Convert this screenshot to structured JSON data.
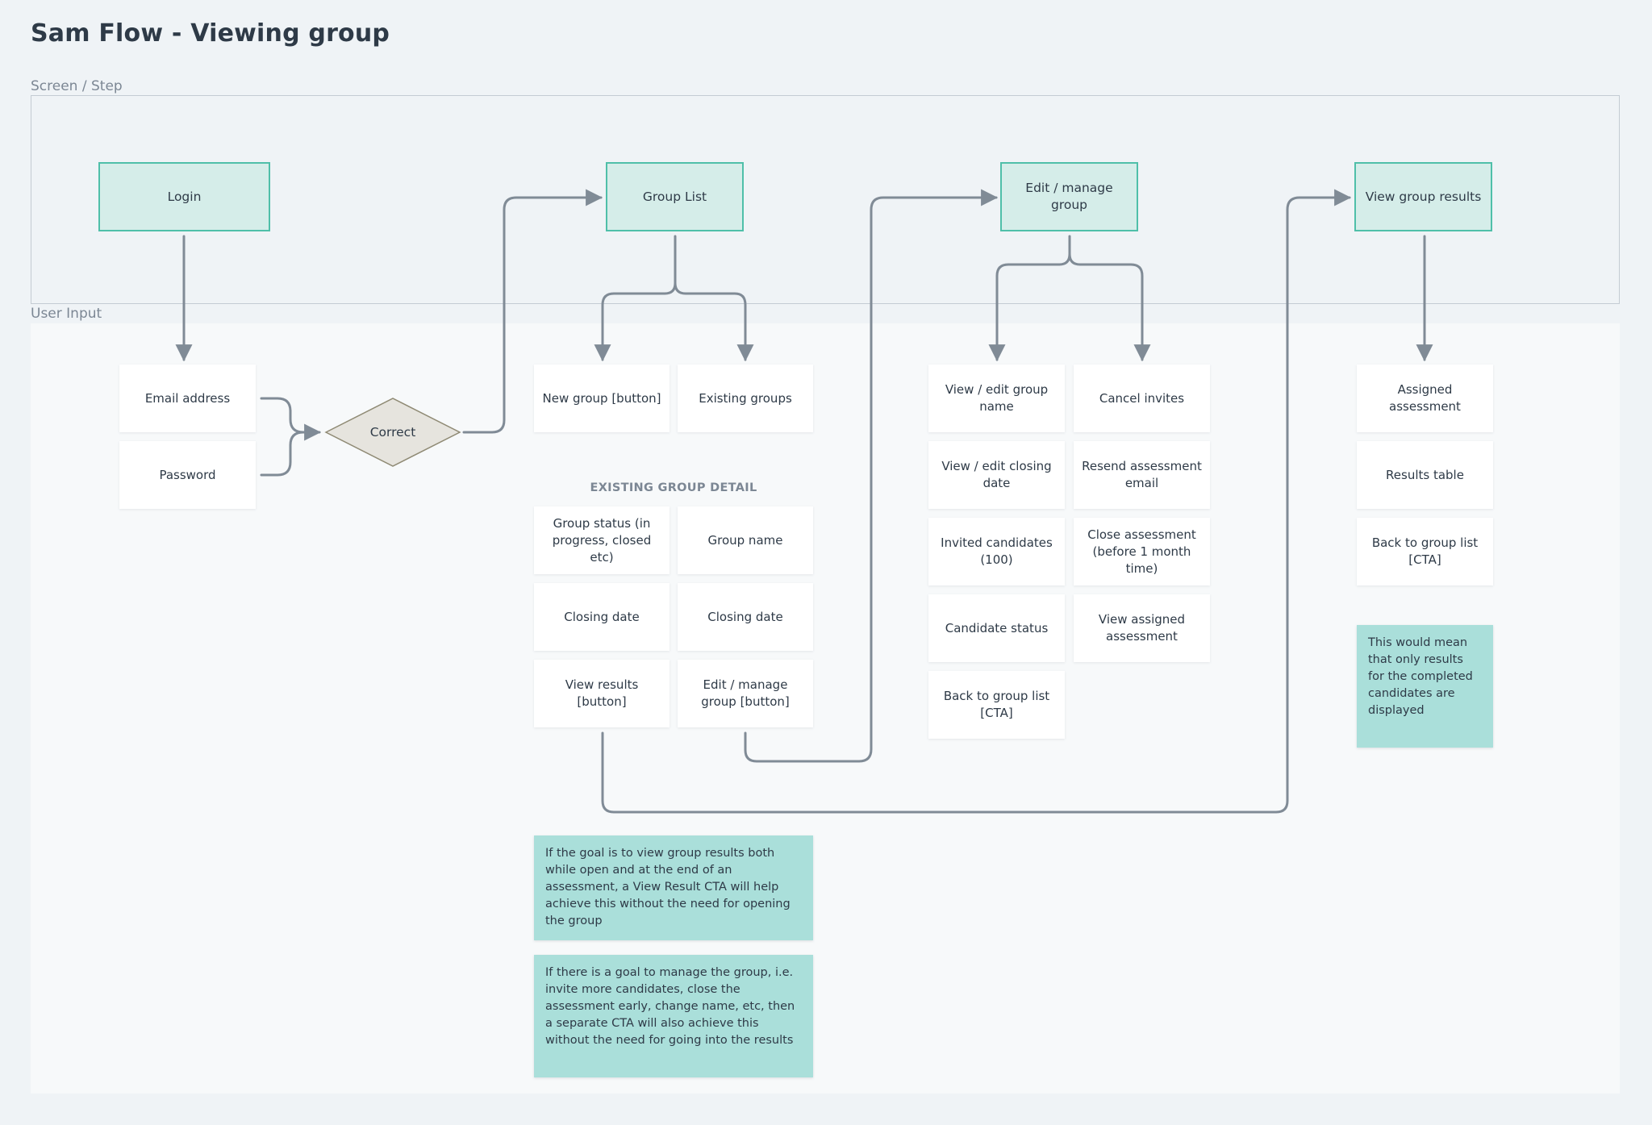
{
  "title": "Sam Flow - Viewing group",
  "lanes": {
    "screen_label": "Screen / Step",
    "input_label": "User Input"
  },
  "screens": {
    "login": "Login",
    "group_list": "Group List",
    "edit_manage_group": "Edit / manage group",
    "view_group_results": "View group results"
  },
  "login_inputs": {
    "email": "Email address",
    "password": "Password"
  },
  "decision": "Correct",
  "group_list_inputs": {
    "new_group": "New group [button]",
    "existing_groups": "Existing groups"
  },
  "existing_group_detail": {
    "heading": "EXISTING GROUP DETAIL",
    "group_status": "Group status (in progress, closed etc)",
    "group_name": "Group name",
    "closing_date_left": "Closing date",
    "closing_date_right": "Closing date",
    "view_results": "View results [button]",
    "edit_manage": "Edit / manage group [button]"
  },
  "edit_inputs": {
    "view_edit_name": "View / edit group name",
    "cancel_invites": "Cancel invites",
    "view_edit_closing": "View / edit closing date",
    "resend_email": "Resend assessment email",
    "invited_candidates": "Invited candidates (100)",
    "close_assessment": "Close assessment (before 1 month time)",
    "candidate_status": "Candidate status",
    "view_assigned": "View assigned assessment",
    "back_to_list": "Back to group list [CTA]"
  },
  "results_inputs": {
    "assigned_assessment": "Assigned assessment",
    "results_table": "Results table",
    "back_to_list": "Back to group list [CTA]"
  },
  "notes": {
    "results_note": "This would mean that only results for the completed candidates are displayed",
    "view_result_note": "If the goal is to view group results both while open and at the end of an assessment, a View Result CTA will help achieve this without the need for opening the group",
    "manage_note": "If there is a goal to manage the group, i.e. invite more candidates, close the assessment early, change name, etc, then a separate CTA will also achieve this without the need for going into the results"
  },
  "colors": {
    "screen_fill": "#d5ede9",
    "screen_border": "#4fbfa9",
    "note_fill": "#aadfda",
    "connector": "#808b96",
    "decision_fill": "#e6e4de",
    "decision_border": "#8f8a74"
  }
}
